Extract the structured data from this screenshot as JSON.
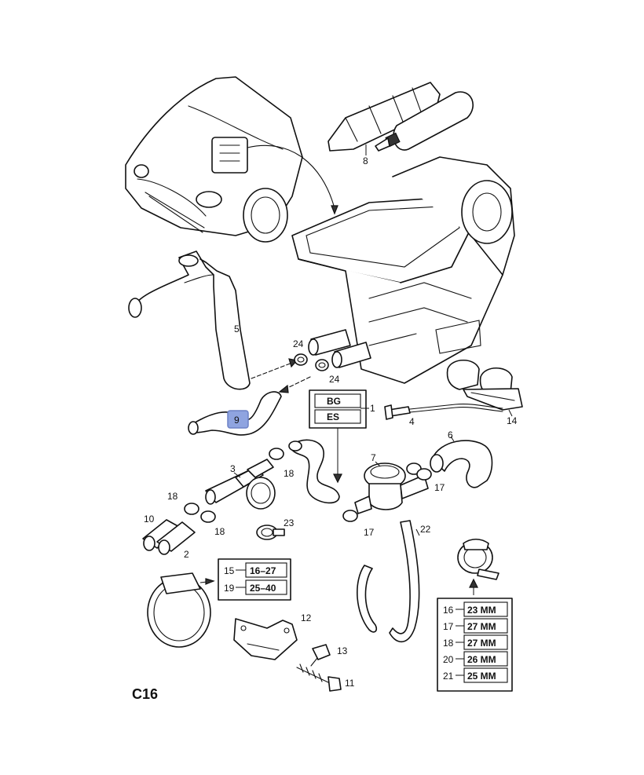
{
  "page_label": "C16",
  "highlight_color": "#8fa4e0",
  "callouts": {
    "n1": "1",
    "n2": "2",
    "n3": "3",
    "n4": "4",
    "n5": "5",
    "n6": "6",
    "n7": "7",
    "n8": "8",
    "n9": "9",
    "n10": "10",
    "n11": "11",
    "n12": "12",
    "n13": "13",
    "n14": "14",
    "n17a": "17",
    "n17b": "17",
    "n18a": "18",
    "n18b": "18",
    "n18c": "18",
    "n22": "22",
    "n23": "23",
    "n24a": "24",
    "n24b": "24"
  },
  "variant_box": {
    "item": "1",
    "rows": [
      "BG",
      "ES"
    ]
  },
  "clamp_table_small": [
    {
      "item": "15",
      "size": "16–27"
    },
    {
      "item": "19",
      "size": "25–40"
    }
  ],
  "clamp_table_sizes": [
    {
      "item": "16",
      "size": "23 MM"
    },
    {
      "item": "17",
      "size": "27 MM"
    },
    {
      "item": "18",
      "size": "27 MM"
    },
    {
      "item": "20",
      "size": "26 MM"
    },
    {
      "item": "21",
      "size": "25 MM"
    }
  ]
}
